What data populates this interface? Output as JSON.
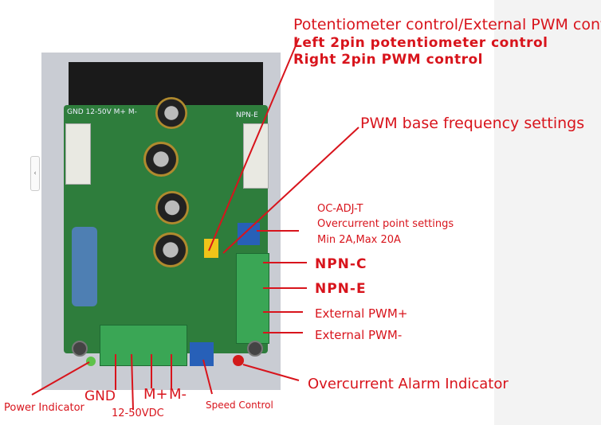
{
  "nav": {
    "prev_label": "‹"
  },
  "board_silkscreen": {
    "left": "GND 12-50V M+ M-",
    "right": "NPN-E"
  },
  "labels": {
    "pot_pwm_title": "Potentiometer control/External PWM control",
    "pot_left": "Left 2pin potentiometer control",
    "pot_right": "Right 2pin PWM control",
    "pwm_freq": "PWM base frequency settings",
    "oc_adj": "OC-ADJ-T",
    "oc_point": "Overcurrent point settings",
    "oc_range": "Min 2A,Max 20A",
    "npn_c": "NPN-C",
    "npn_e": "NPN-E",
    "ext_pwm_plus": "External PWM+",
    "ext_pwm_minus": "External PWM-",
    "oc_alarm": "Overcurrent Alarm Indicator",
    "power_indicator": "Power Indicator",
    "gnd": "GND",
    "vdc": "12-50VDC",
    "m_plus": "M+",
    "m_minus": "M-",
    "speed_control": "Speed Control"
  },
  "colors": {
    "annotation": "#d8141c",
    "pcb": "#2e7d3c"
  }
}
